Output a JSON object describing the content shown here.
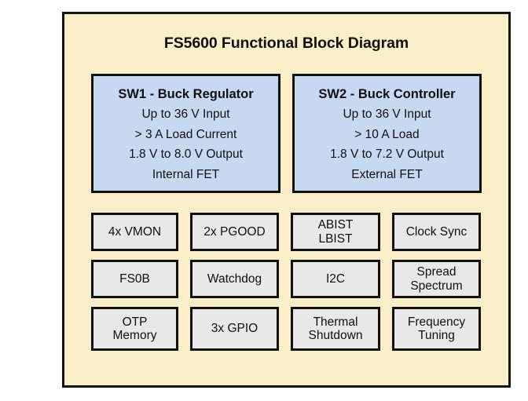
{
  "panel": {
    "title": "FS5600 Functional Block Diagram",
    "background_color": "#faeec9",
    "border_color": "#141414"
  },
  "switchers": {
    "block_fill_color": "#c7d9f1",
    "items": [
      {
        "heading": "SW1 - Buck Regulator",
        "lines": [
          "Up to 36 V Input",
          "> 3 A Load Current",
          "1.8 V to 8.0 V Output",
          "Internal FET"
        ]
      },
      {
        "heading": "SW2 - Buck Controller",
        "lines": [
          "Up to 36 V Input",
          "> 10 A Load",
          "1.8 V to 7.2 V Output",
          "External FET"
        ]
      }
    ]
  },
  "features": {
    "block_fill_color": "#e8e8e8",
    "items": [
      {
        "lines": [
          "4x VMON"
        ]
      },
      {
        "lines": [
          "2x PGOOD"
        ]
      },
      {
        "lines": [
          "ABIST",
          "LBIST"
        ]
      },
      {
        "lines": [
          "Clock Sync"
        ]
      },
      {
        "lines": [
          "FS0B"
        ]
      },
      {
        "lines": [
          "Watchdog"
        ]
      },
      {
        "lines": [
          "I2C"
        ]
      },
      {
        "lines": [
          "Spread",
          "Spectrum"
        ]
      },
      {
        "lines": [
          "OTP",
          "Memory"
        ]
      },
      {
        "lines": [
          "3x GPIO"
        ]
      },
      {
        "lines": [
          "Thermal",
          "Shutdown"
        ]
      },
      {
        "lines": [
          "Frequency",
          "Tuning"
        ]
      }
    ]
  }
}
